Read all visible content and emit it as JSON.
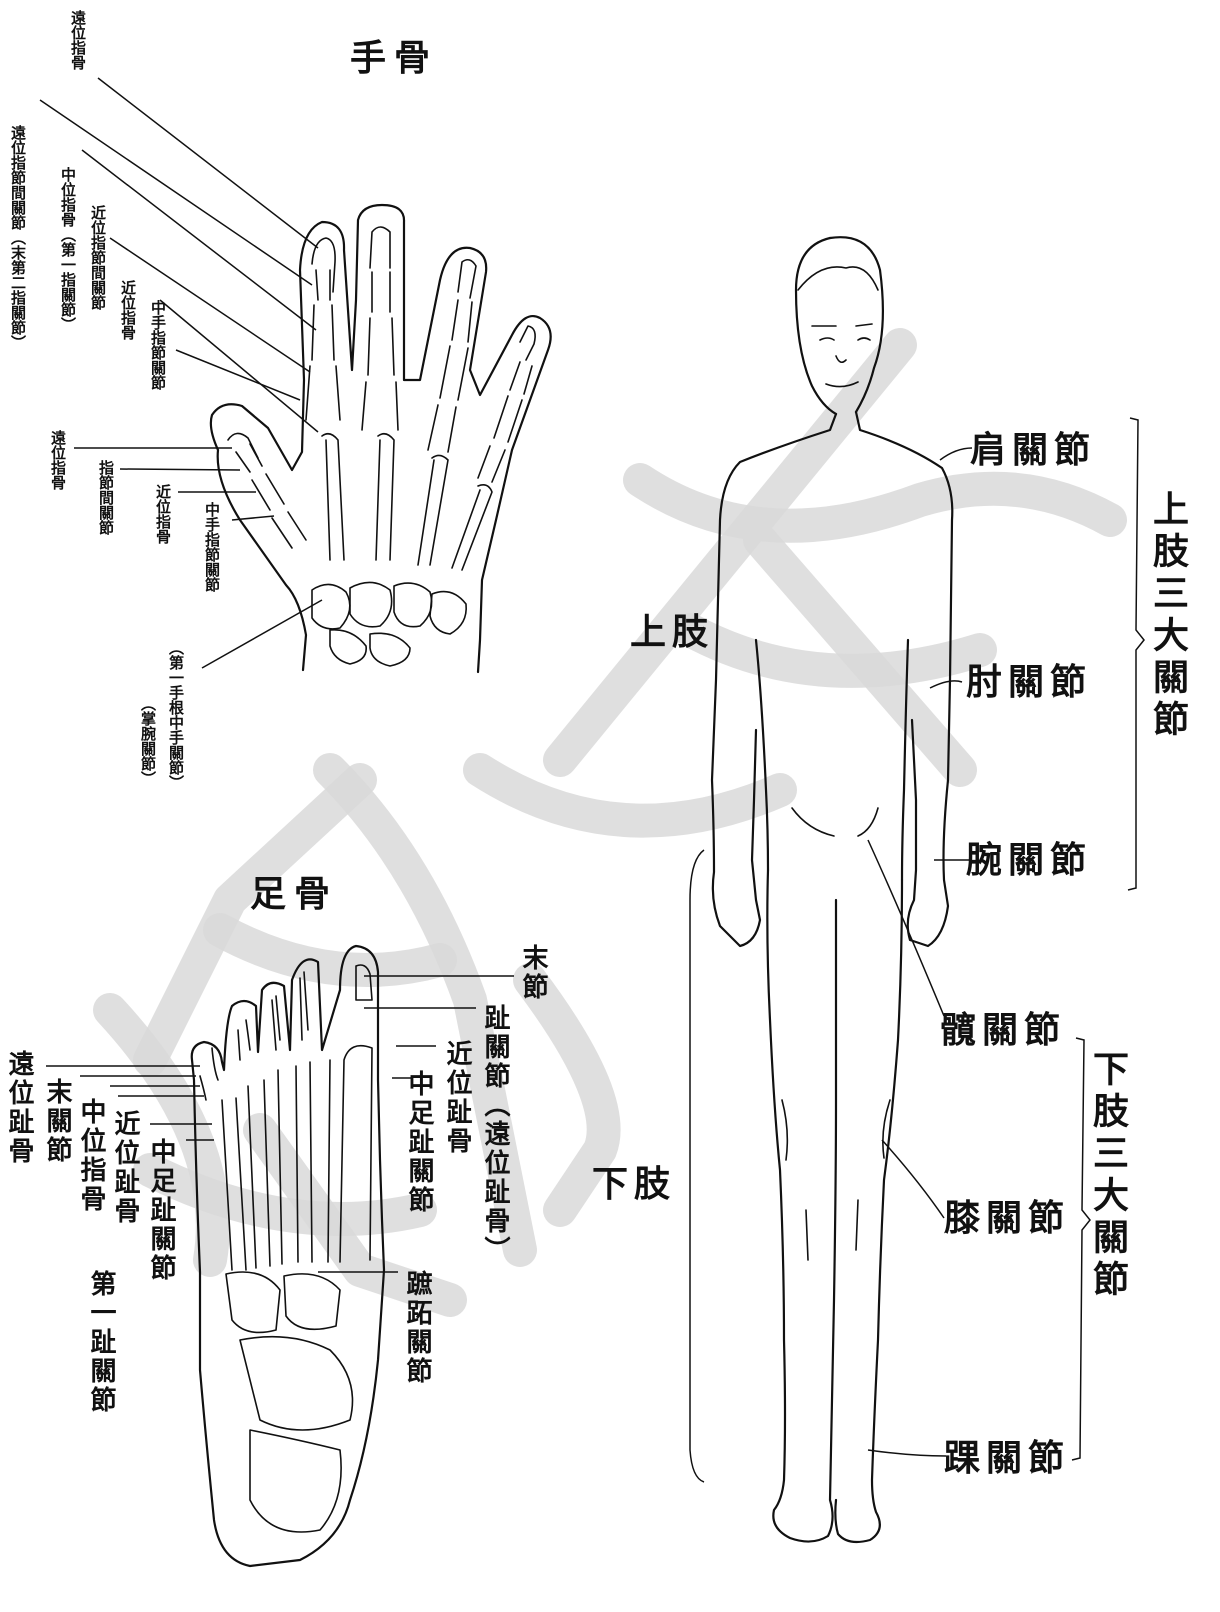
{
  "hand": {
    "title": "手骨",
    "labels": {
      "distal_phalanx": "遠位指骨",
      "dip_joint": "遠位指節間關節（末第二指關節）",
      "middle_phalanx": "中位指骨（第一指關節）",
      "pip_joint": "近位指節間關節",
      "proximal_phalanx": "近位指骨",
      "mcp_joint": "中手指節關節",
      "thumb_distal": "遠位指骨",
      "thumb_ip": "指節間關節",
      "thumb_proximal": "近位指骨",
      "thumb_mcp": "中手指節關節",
      "cmc_joint": "（第一手根中手關節）",
      "cmc_note": "（掌腕關節）"
    }
  },
  "foot": {
    "title": "足骨",
    "labels": {
      "distal_phalanx": "遠位趾骨",
      "end_joint": "末關節",
      "middle_phalanx": "中位指骨",
      "proximal_phalanx_left": "近位趾骨",
      "mtp_left": "中足趾關節",
      "first_toe_joint": "第一趾關節",
      "end_segment": "末節",
      "toe_joint": "趾關節（遠位趾骨）",
      "proximal_phalanx_right": "近位趾骨",
      "mtp_right": "中足趾關節",
      "tmt_joint": "蹠跖關節"
    }
  },
  "body": {
    "upper_limb": "上肢",
    "lower_limb": "下肢",
    "upper_group": "上肢三大關節",
    "lower_group": "下肢三大關節",
    "shoulder": "肩關節",
    "elbow": "肘關節",
    "wrist": "腕關節",
    "hip": "髖關節",
    "knee": "膝關節",
    "ankle": "踝關節"
  },
  "style": {
    "ink": "#111111",
    "watermark": "#d9d9d9",
    "background": "#ffffff"
  }
}
